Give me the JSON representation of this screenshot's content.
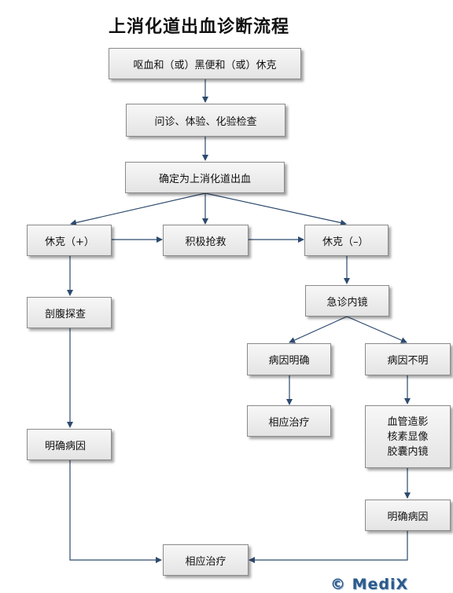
{
  "title": "上消化道出血诊断流程",
  "nodes": {
    "symptoms": "呕血和（或）黑便和（或）休克",
    "exam": "问诊、体验、化验检查",
    "confirm": "确定为上消化道出血",
    "shock_pos": "休克（+）",
    "rescue": "积极抢救",
    "shock_neg": "休克（–）",
    "laparotomy": "剖腹探查",
    "emergency_endoscopy": "急诊内镜",
    "cause_clear": "病因明确",
    "cause_unclear": "病因不明",
    "treat_right": "相应治疗",
    "imaging": [
      "血管造影",
      "核素显像",
      "胶囊内镜"
    ],
    "identify_left": "明确病因",
    "identify_right": "明确病因",
    "treat_bottom": "相应治疗"
  },
  "watermark": "© MediX"
}
